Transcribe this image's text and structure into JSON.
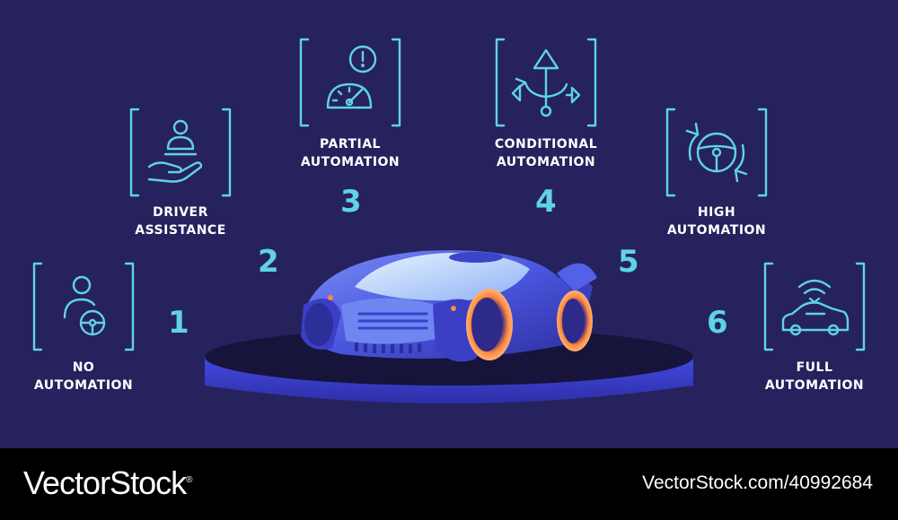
{
  "levels": [
    {
      "number": "1",
      "label_line1": "NO",
      "label_line2": "AUTOMATION",
      "icon": "person-steering-wheel-icon"
    },
    {
      "number": "2",
      "label_line1": "DRIVER",
      "label_line2": "ASSISTANCE",
      "icon": "hand-person-icon"
    },
    {
      "number": "3",
      "label_line1": "PARTIAL",
      "label_line2": "AUTOMATION",
      "icon": "speedometer-alert-icon"
    },
    {
      "number": "4",
      "label_line1": "CONDITIONAL",
      "label_line2": "AUTOMATION",
      "icon": "route-arrows-icon"
    },
    {
      "number": "5",
      "label_line1": "HIGH",
      "label_line2": "AUTOMATION",
      "icon": "steering-wheel-rotate-icon"
    },
    {
      "number": "6",
      "label_line1": "FULL",
      "label_line2": "AUTOMATION",
      "icon": "car-wireless-icon"
    }
  ],
  "colors": {
    "background": "#26225d",
    "accent": "#5fd3e6",
    "text": "#ffffff",
    "platform": "#3b3fd1",
    "wheel_glow": "#ff8a3d"
  },
  "footer": {
    "brand": "VectorStock",
    "brand_mark": "®",
    "image_id": "VectorStock.com/40992684"
  }
}
